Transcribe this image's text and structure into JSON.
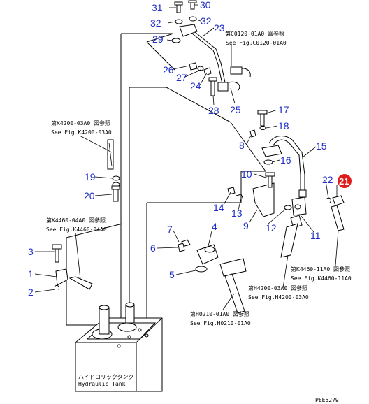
{
  "callouts": [
    {
      "id": "31",
      "label": "31"
    },
    {
      "id": "30",
      "label": "30"
    },
    {
      "id": "32a",
      "label": "32"
    },
    {
      "id": "32b",
      "label": "32"
    },
    {
      "id": "23",
      "label": "23"
    },
    {
      "id": "29",
      "label": "29"
    },
    {
      "id": "26",
      "label": "26"
    },
    {
      "id": "27",
      "label": "27"
    },
    {
      "id": "24",
      "label": "24"
    },
    {
      "id": "28",
      "label": "28"
    },
    {
      "id": "25",
      "label": "25"
    },
    {
      "id": "17",
      "label": "17"
    },
    {
      "id": "18",
      "label": "18"
    },
    {
      "id": "8",
      "label": "8"
    },
    {
      "id": "15",
      "label": "15"
    },
    {
      "id": "16",
      "label": "16"
    },
    {
      "id": "10",
      "label": "10"
    },
    {
      "id": "19",
      "label": "19"
    },
    {
      "id": "20",
      "label": "20"
    },
    {
      "id": "22",
      "label": "22"
    },
    {
      "id": "21",
      "label": "21"
    },
    {
      "id": "14",
      "label": "14"
    },
    {
      "id": "13",
      "label": "13"
    },
    {
      "id": "9",
      "label": "9"
    },
    {
      "id": "12",
      "label": "12"
    },
    {
      "id": "11",
      "label": "11"
    },
    {
      "id": "7",
      "label": "7"
    },
    {
      "id": "4",
      "label": "4"
    },
    {
      "id": "6",
      "label": "6"
    },
    {
      "id": "3",
      "label": "3"
    },
    {
      "id": "5",
      "label": "5"
    },
    {
      "id": "1",
      "label": "1"
    },
    {
      "id": "2",
      "label": "2"
    }
  ],
  "references": {
    "c0120_jp": "第C0120-01A0 図参照",
    "c0120_en": "See Fig.C0120-01A0",
    "k4200_jp": "第K4200-03A0 図参照",
    "k4200_en": "See Fig.K4200-03A0",
    "k4460_04_jp": "第K4460-04A0 図参照",
    "k4460_04_en": "See Fig.K4460-04A0",
    "k4460_11_jp": "第K4460-11A0 図参照",
    "k4460_11_en": "See Fig.K4460-11A0",
    "h4200_jp": "第H4200-03A0 図参照",
    "h4200_en": "See Fig.H4200-03A0",
    "h0210_jp": "第H0210-01A0 図参照",
    "h0210_en": "See Fig.H0210-01A0"
  },
  "tank": {
    "label_jp": "ハイドロリックタンク",
    "label_en": "Hydraulic Tank"
  },
  "drawing_code": "PEE5279",
  "selected_callout": "21",
  "colors": {
    "callout_text": "#1f2ec8",
    "selected_fill": "#e01b1b",
    "line": "#000000",
    "background": "#ffffff"
  }
}
